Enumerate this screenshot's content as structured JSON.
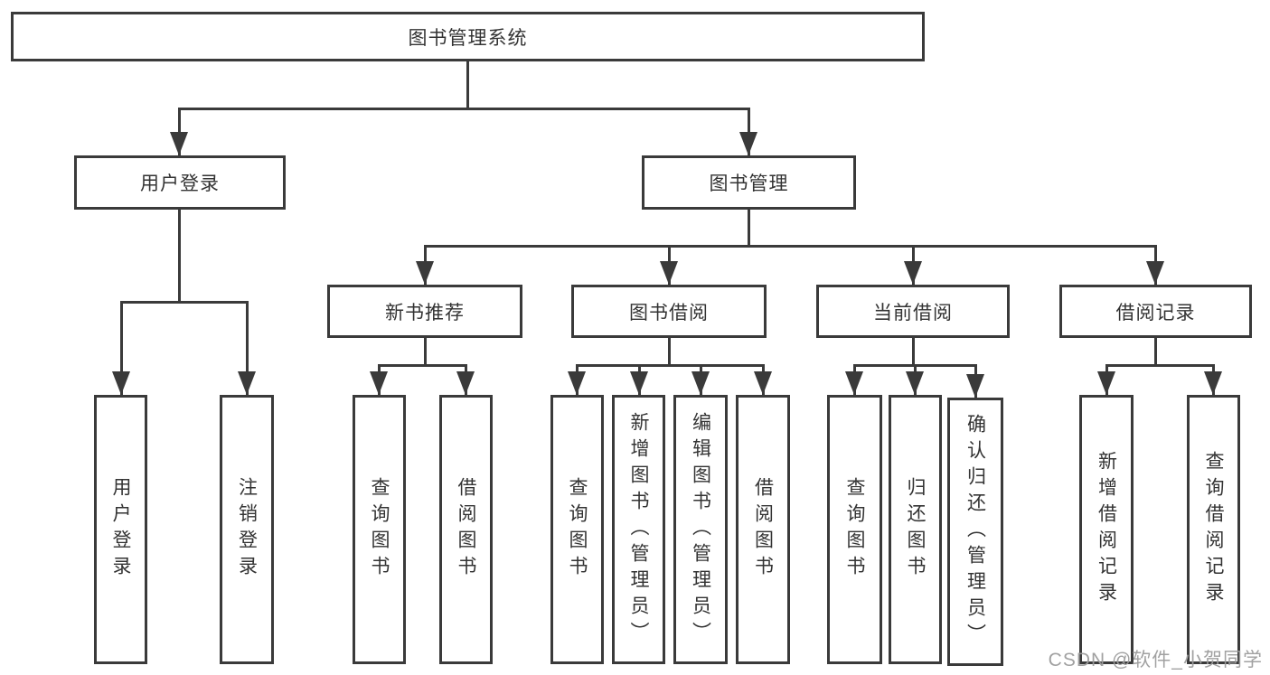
{
  "nodes": {
    "root": "图书管理系统",
    "user_login": "用户登录",
    "book_mgmt": "图书管理",
    "new_book_rec": "新书推荐",
    "book_borrow": "图书借阅",
    "current_borrow": "当前借阅",
    "borrow_records": "借阅记录",
    "leaf_user_login": "用户登录",
    "leaf_logout": "注销登录",
    "leaf_rec_query_book": "查询图书",
    "leaf_rec_borrow_book": "借阅图书",
    "leaf_bb_query_book": "查询图书",
    "leaf_bb_add_book": "新增图书（管理员）",
    "leaf_bb_edit_book": "编辑图书（管理员）",
    "leaf_bb_borrow_book": "借阅图书",
    "leaf_cb_query_book": "查询图书",
    "leaf_cb_return_book": "归还图书",
    "leaf_cb_confirm_return": "确认归还（管理员）",
    "leaf_br_add_record": "新增借阅记录",
    "leaf_br_query_record": "查询借阅记录"
  },
  "watermark": "CSDN @软件_小贺同学",
  "colors": {
    "line": "#3a3a3a",
    "text": "#333333",
    "watermark": "#9c9c9c",
    "background": "#ffffff"
  }
}
